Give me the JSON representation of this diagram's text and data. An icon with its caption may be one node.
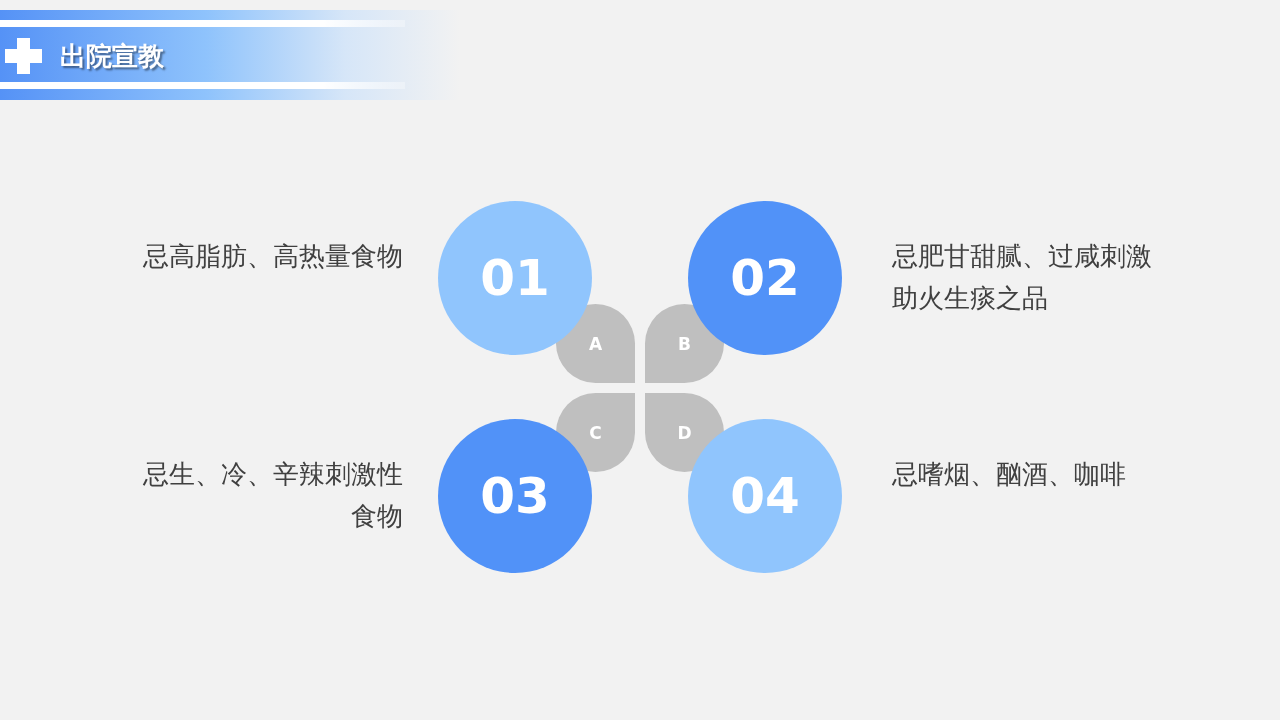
{
  "diagram": {
    "title": "出院宣教",
    "nodes": [
      {
        "text": [
          "01"
        ],
        "beside": [
          "忌高脂肪、高热量食物"
        ]
      },
      {
        "text": [
          "02"
        ],
        "beside": [
          "忌肥甘甜腻、过咸刺激助火生痰之品"
        ]
      },
      {
        "text": [
          "A"
        ]
      },
      {
        "text": [
          "B"
        ]
      },
      {
        "text": [
          "C"
        ]
      },
      {
        "text": [
          "D"
        ]
      },
      {
        "text": [
          "03"
        ],
        "beside": [
          "忌生、冷、辛辣刺激性食物"
        ]
      },
      {
        "text": [
          "04"
        ],
        "beside": [
          "忌嗜烟、酗酒、咖啡"
        ]
      }
    ]
  }
}
